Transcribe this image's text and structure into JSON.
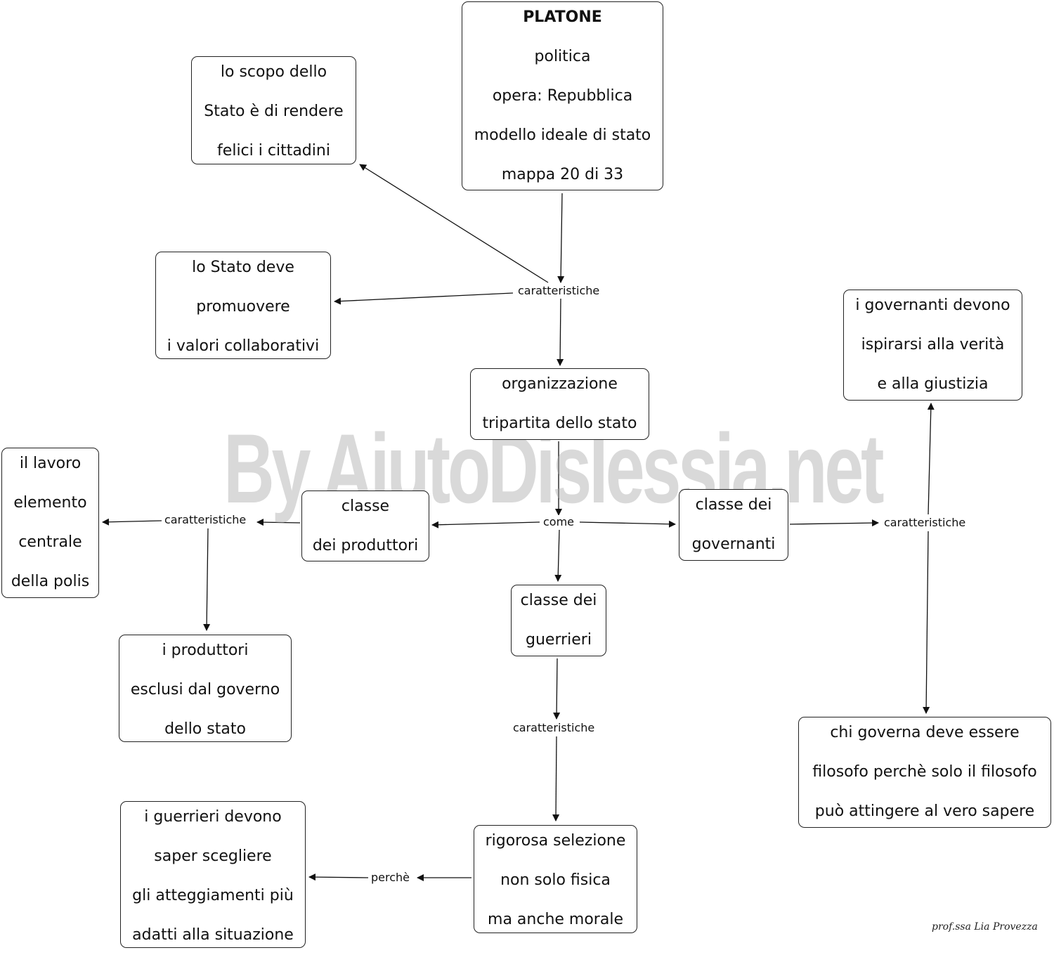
{
  "nodes": {
    "platone": {
      "lines": [
        "PLATONE",
        "politica",
        "opera: Repubblica",
        "modello ideale di stato",
        "mappa 20 di 33"
      ]
    },
    "scopo": {
      "lines": [
        "lo scopo dello",
        "Stato è di rendere",
        "felici  i cittadini"
      ]
    },
    "promuovere": {
      "lines": [
        "lo Stato deve",
        "promuovere",
        "i valori collaborativi"
      ]
    },
    "organizzazione": {
      "lines": [
        "organizzazione",
        "tripartita dello stato"
      ]
    },
    "governanti_verita": {
      "lines": [
        "i governanti devono",
        "ispirarsi  alla verità",
        "e alla giustizia"
      ]
    },
    "lavoro": {
      "lines": [
        "il lavoro",
        "elemento",
        "centrale",
        "della polis"
      ]
    },
    "produttori": {
      "lines": [
        "classe",
        "dei produttori"
      ]
    },
    "classe_governanti": {
      "lines": [
        "classe dei",
        " governanti"
      ]
    },
    "guerrieri": {
      "lines": [
        "classe dei",
        "guerrieri"
      ]
    },
    "esclusi": {
      "lines": [
        "i produttori",
        "esclusi dal governo",
        "dello stato"
      ]
    },
    "filosofo": {
      "lines": [
        "chi governa deve essere",
        "filosofo perchè solo il filosofo",
        "può attingere al vero sapere"
      ]
    },
    "scegliere": {
      "lines": [
        "i guerrieri devono",
        "saper scegliere",
        "gli atteggiamenti più",
        "adatti alla situazione"
      ]
    },
    "selezione": {
      "lines": [
        "rigorosa selezione",
        "non solo fisica",
        "ma anche morale"
      ]
    }
  },
  "phrases": {
    "car_top": "caratteristiche",
    "come": "come",
    "car_left": "caratteristiche",
    "car_right": "caratteristiche",
    "car_war": "caratteristiche",
    "perche": "perchè"
  },
  "watermark": "By AiutoDislessia.net",
  "signature": "prof.ssa Lia Provezza"
}
